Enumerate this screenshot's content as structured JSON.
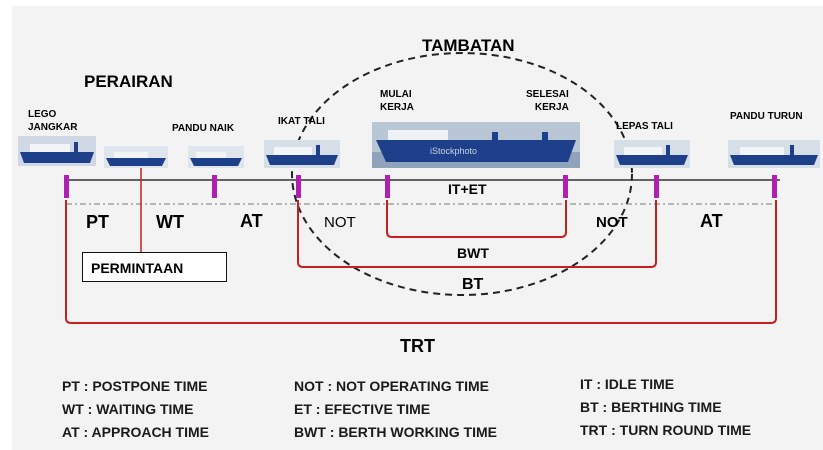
{
  "titles": {
    "perairan": "PERAIRAN",
    "tambatan": "TAMBATAN"
  },
  "events": {
    "lego_jangkar": "LEGO\nJANGKAR",
    "pandu_naik": "PANDU NAIK",
    "ikat_tali": "IKAT TALI",
    "mulai_kerja": "MULAI\nKERJA",
    "selesai_kerja": "SELESAI\nKERJA",
    "lepas_tali": "LEPAS TALI",
    "pandu_turun": "PANDU TURUN"
  },
  "segments": {
    "pt": "PT",
    "wt": "WT",
    "at1": "AT",
    "not1": "NOT",
    "it_et": "IT+ET",
    "not2": "NOT",
    "at2": "AT"
  },
  "spans": {
    "bwt": "BWT",
    "bt": "BT",
    "trt": "TRT"
  },
  "request_label": "PERMINTAAN",
  "legend": [
    [
      "PT : POSTPONE TIME",
      "WT : WAITING TIME",
      "AT : APPROACH TIME"
    ],
    [
      "NOT : NOT OPERATING TIME",
      "ET : EFECTIVE TIME",
      "BWT : BERTH WORKING TIME"
    ],
    [
      "IT : IDLE TIME",
      "BT : BERTHING TIME",
      "TRT : TURN ROUND TIME"
    ]
  ],
  "ship_photo_watermark": "iStockphoto",
  "colors": {
    "marker": "#b020b0",
    "bracket": "#c42020",
    "hull": "#1e3f8a",
    "ellipse": "#222222"
  }
}
